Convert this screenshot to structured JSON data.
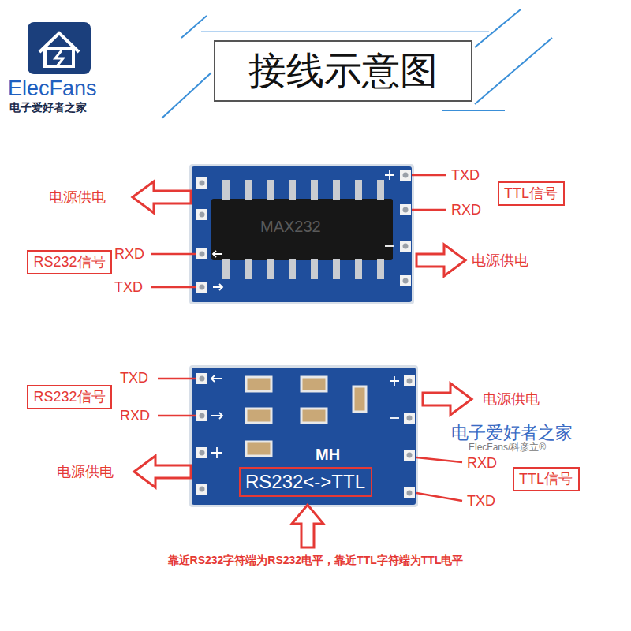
{
  "diagram": {
    "title": "接线示意图",
    "caption": "靠近RS232字符端为RS232电平，靠近TTL字符端为TTL电平",
    "nodes": [
      {
        "text": [
          "TTL信号"
        ]
      },
      {
        "text": [
          "RS232信号"
        ]
      },
      {
        "text": [
          "RS232信号"
        ]
      },
      {
        "text": [
          "RS232<->TTL"
        ]
      },
      {
        "text": [
          "TTL信号"
        ]
      }
    ],
    "labels": [
      "ElecFans",
      "电子爱好者之家",
      "TXD",
      "电源供电",
      "RXD",
      "RXD",
      "电源供电",
      "TXD",
      "MAX232",
      "TXD",
      "电源供电",
      "RXD",
      "电子爱好者之家",
      "ElecFans/科彦立®",
      "RXD",
      "MH",
      "电源供电",
      "TXD"
    ]
  }
}
